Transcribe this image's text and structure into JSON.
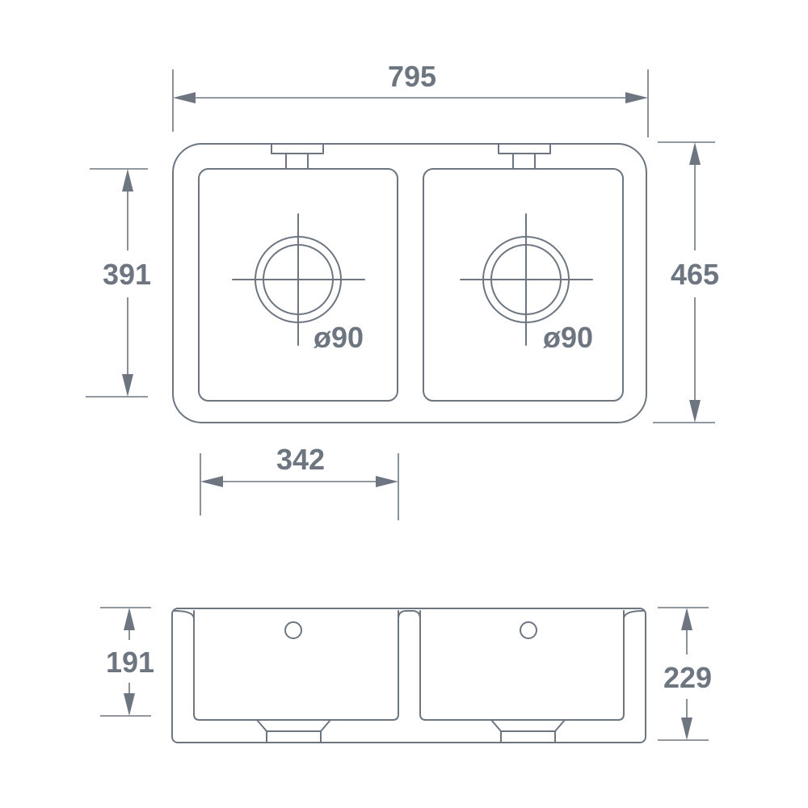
{
  "dimensions": {
    "overall_width": "795",
    "bowl_length": "391",
    "overall_depth": "465",
    "bowl_width": "342",
    "waste_left": "ø90",
    "waste_right": "ø90",
    "bowl_depth": "191",
    "overall_height": "229"
  },
  "colors": {
    "line": "#6d7680",
    "background": "#ffffff"
  }
}
